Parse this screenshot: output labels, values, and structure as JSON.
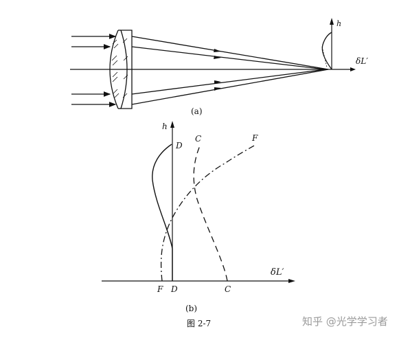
{
  "figure_a": {
    "caption": "(a)",
    "axis_h": "h",
    "axis_dl": "δL′"
  },
  "figure_b": {
    "caption": "(b)",
    "axis_h": "h",
    "axis_dl": "δL′",
    "curve_labels_top": [
      "D",
      "C",
      "F"
    ],
    "curve_labels_bottom": [
      "F",
      "D",
      "C"
    ]
  },
  "figure_title": "图 2-7",
  "watermark": "知乎 @光学学习者"
}
